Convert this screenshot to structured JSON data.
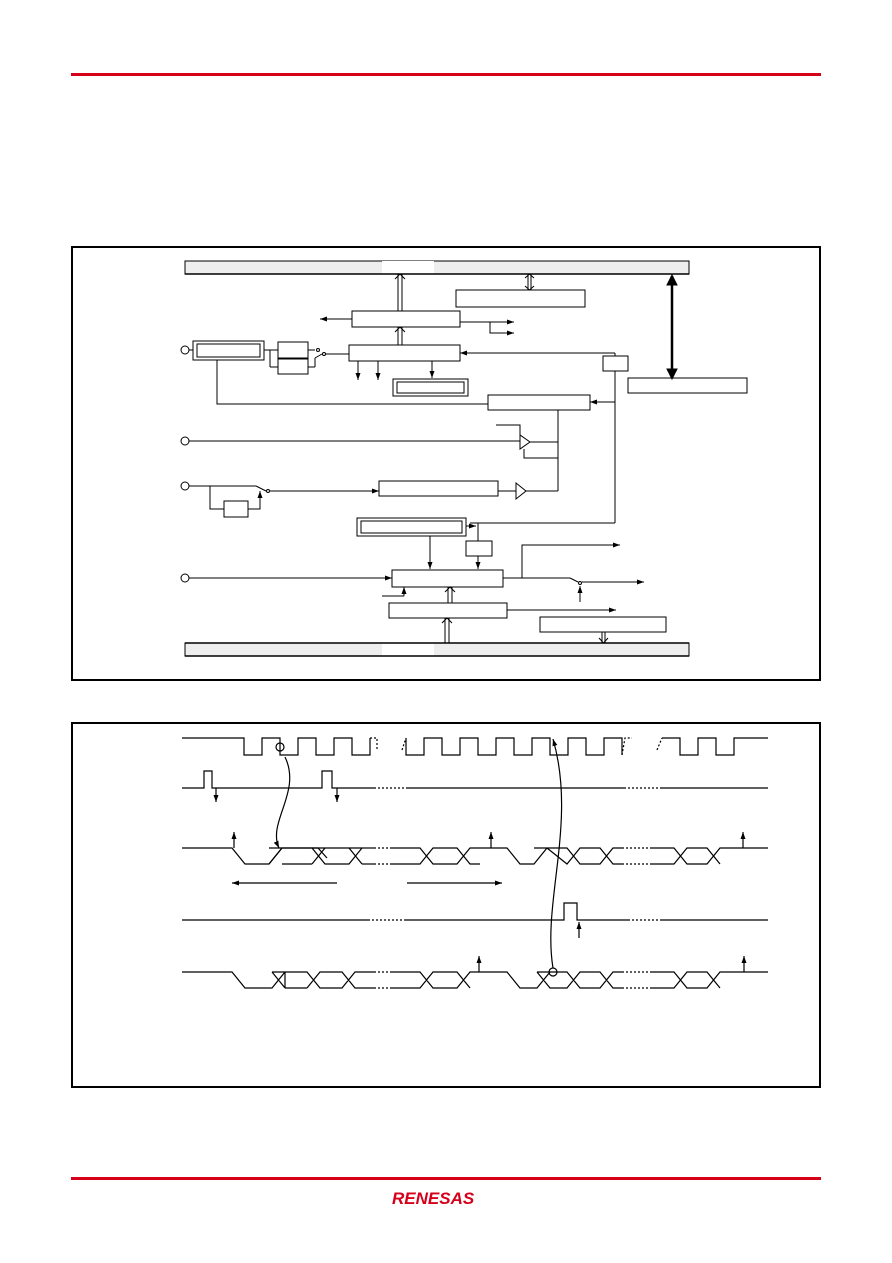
{
  "brand": {
    "name": "RENESAS",
    "accent_color": "#d7001a"
  },
  "figures": [
    {
      "id": "block-diagram",
      "kind": "block-diagram"
    },
    {
      "id": "timing-diagram",
      "kind": "timing-diagram"
    }
  ]
}
